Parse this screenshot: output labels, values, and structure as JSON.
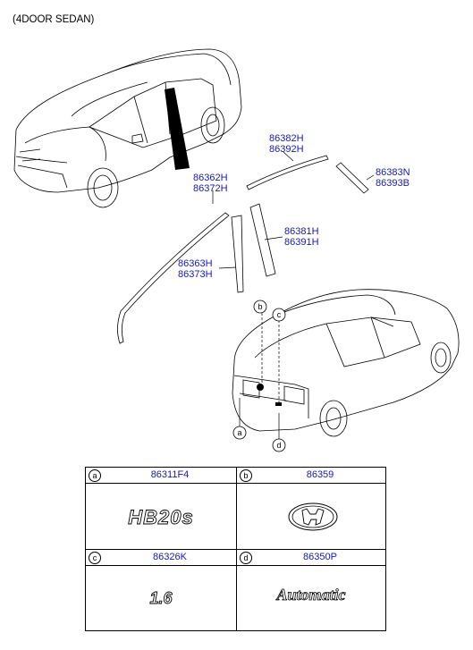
{
  "title": "(4DOOR SEDAN)",
  "callouts": {
    "c1": [
      "86382H",
      "86392H"
    ],
    "c2": [
      "86383N",
      "86393B"
    ],
    "c3": [
      "86362H",
      "86372H"
    ],
    "c4": [
      "86381H",
      "86391H"
    ],
    "c5": [
      "86363H",
      "86373H"
    ]
  },
  "markers": [
    "a",
    "b",
    "c",
    "d"
  ],
  "table": [
    {
      "marker": "a",
      "part_no": "86311F4",
      "emblem": "HB20s"
    },
    {
      "marker": "b",
      "part_no": "86359",
      "emblem": "hyundai-logo"
    },
    {
      "marker": "c",
      "part_no": "86326K",
      "emblem": "1.6"
    },
    {
      "marker": "d",
      "part_no": "86350P",
      "emblem": "Automatic"
    }
  ],
  "colors": {
    "label": "#1515c8",
    "line": "#000000",
    "strip_fill": "#c8c8c8"
  }
}
